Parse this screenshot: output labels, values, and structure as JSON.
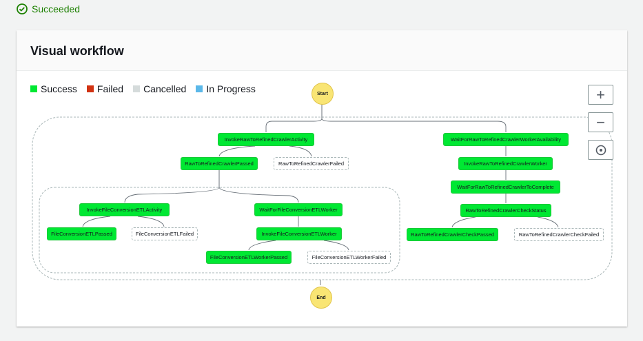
{
  "status": {
    "label": "Succeeded",
    "color": "#1d8102",
    "icon": "check-circle-icon"
  },
  "panel": {
    "title": "Visual workflow"
  },
  "legend": [
    {
      "label": "Success",
      "color": "#00e833"
    },
    {
      "label": "Failed",
      "color": "#d13212"
    },
    {
      "label": "Cancelled",
      "color": "#d5dbdb"
    },
    {
      "label": "In Progress",
      "color": "#5bb8e9"
    }
  ],
  "zoom_controls": {
    "zoom_in": "+",
    "zoom_out": "−",
    "center_icon": "target-icon"
  },
  "graph": {
    "start": "Start",
    "end": "End",
    "nodes": [
      {
        "label": "InvokeRawToRefinedCrawlerActivity",
        "status": "success"
      },
      {
        "label": "RawToRefinedCrawlerPassed",
        "status": "success"
      },
      {
        "label": "RawToRefinedCrawlerFailed",
        "status": "not-run"
      },
      {
        "label": "InvokeFileConversionETLActivity",
        "status": "success"
      },
      {
        "label": "FileConversionETLPassed",
        "status": "success"
      },
      {
        "label": "FileConversionETLFailed",
        "status": "not-run"
      },
      {
        "label": "WaitForFileConversionETLWorker",
        "status": "success"
      },
      {
        "label": "InvokeFileConversionETLWorker",
        "status": "success"
      },
      {
        "label": "FileConversionETLWorkerPassed",
        "status": "success"
      },
      {
        "label": "FileConversionETLWorkerFailed",
        "status": "not-run"
      },
      {
        "label": "WaitForRawToRefinedCrawlerWorkerAvailability",
        "status": "success"
      },
      {
        "label": "InvokeRawToRefinedCrawlerWorker",
        "status": "success"
      },
      {
        "label": "WaitForRawToRefinedCrawlerToComplete",
        "status": "success"
      },
      {
        "label": "RawToRefinedCrawlerCheckStatus",
        "status": "success"
      },
      {
        "label": "RawToRefinedCrawlerCheckPassed",
        "status": "success"
      },
      {
        "label": "RawToRefinedCrawlerCheckFailed",
        "status": "not-run"
      }
    ]
  }
}
